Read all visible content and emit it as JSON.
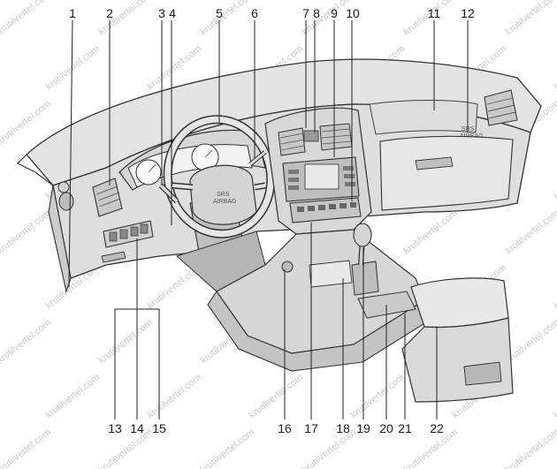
{
  "callouts": {
    "top": [
      "1",
      "2",
      "3",
      "4",
      "5",
      "6",
      "7",
      "8",
      "9",
      "10",
      "11",
      "12"
    ],
    "bottom": [
      "13",
      "14",
      "15",
      "16",
      "17",
      "18",
      "19",
      "20",
      "21",
      "22"
    ]
  },
  "watermark": "krutilvertel.com",
  "labels": {
    "airbag_steering": "SRS",
    "airbag_steering_sub": "AIRBAG",
    "airbag_passenger": "SRS",
    "airbag_passenger_sub": "AIRBAG"
  }
}
